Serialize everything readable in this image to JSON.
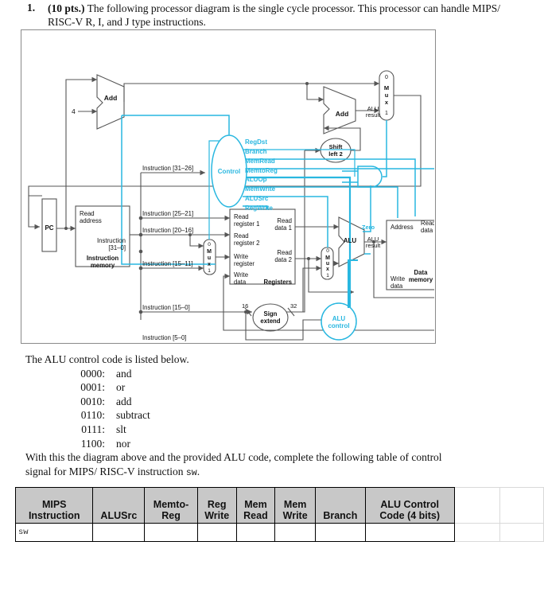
{
  "question": {
    "number": "1.",
    "points": "(10 pts.)",
    "text_rest": " The following processor diagram is the single cycle processor. This processor can handle MIPS/ RISC-V R, I, and J type instructions."
  },
  "diagram": {
    "title": "single-cycle-mips-datapath",
    "labels": {
      "add_top": "Add",
      "const_four": "4",
      "shift_left_2": "Shift\nleft 2",
      "add_branch": "Add",
      "alu_result_branch": "ALU\nresult",
      "pc": "PC",
      "read_address": "Read\naddress",
      "instruction_31_0": "Instruction\n[31–0]",
      "instruction_memory": "Instruction\nmemory",
      "control": "Control",
      "instr_31_26": "Instruction [31–26]",
      "instr_25_21": "Instruction [25–21]",
      "instr_20_16": "Instruction [20–16]",
      "instr_15_11": "Instruction [15–11]",
      "instr_15_0": "Instruction [15–0]",
      "instr_5_0": "Instruction [5–0]",
      "read_register_1": "Read\nregister 1",
      "read_register_2": "Read\nregister 2",
      "write_register": "Write\nregister",
      "write_data_reg": "Write\ndata",
      "registers": "Registers",
      "read_data_1": "Read\ndata 1",
      "read_data_2": "Read\ndata 2",
      "sign_extend": "Sign\nextend",
      "width_16": "16",
      "width_32": "32",
      "alu": "ALU",
      "alu_result": "ALU\nresult",
      "zero": "Zero",
      "alu_control": "ALU\ncontrol",
      "address": "Address",
      "read_data_mem": "Read\ndata",
      "write_data_mem": "Write\ndata",
      "data_memory": "Data\nmemory",
      "mux": "Mux",
      "mux_m": "M",
      "mux_u": "u",
      "mux_x": "x",
      "zero_label": "0",
      "one_label": "1"
    },
    "control_signals": [
      "RegDst",
      "Branch",
      "MemRead",
      "MemtoReg",
      "ALUOp",
      "MemWrite",
      "ALUSrc",
      "RegWrite"
    ],
    "colors": {
      "control_cyan": "#29b7e0",
      "wire_gray": "#555555",
      "frame_gray": "#8a8a8a"
    }
  },
  "alu_section": {
    "intro": "The ALU control code is listed below.",
    "codes": [
      {
        "code": "0000:",
        "op": "and"
      },
      {
        "code": "0001:",
        "op": "or"
      },
      {
        "code": "0010:",
        "op": "add"
      },
      {
        "code": "0110:",
        "op": "subtract"
      },
      {
        "code": "0111:",
        "op": "slt"
      },
      {
        "code": "1100:",
        "op": "nor"
      }
    ],
    "instruction_line_1": "With this the diagram above and the provided ALU code, complete the following table of control",
    "instruction_line_2_a": "signal for MIPS/ RISC-V instruction ",
    "instruction_line_2_mono": "sw",
    "instruction_line_2_b": "."
  },
  "table": {
    "headers": [
      "MIPS\nInstruction",
      "ALUSrc",
      "Memto-\nReg",
      "Reg\nWrite",
      "Mem\nRead",
      "Mem\nWrite",
      "Branch",
      "ALU Control\nCode (4 bits)"
    ],
    "headers_flat": [
      {
        "l1": "MIPS",
        "l2": "Instruction"
      },
      {
        "l1": "",
        "l2": "ALUSrc"
      },
      {
        "l1": "Memto-",
        "l2": "Reg"
      },
      {
        "l1": "Reg",
        "l2": "Write"
      },
      {
        "l1": "Mem",
        "l2": "Read"
      },
      {
        "l1": "Mem",
        "l2": "Write"
      },
      {
        "l1": "",
        "l2": "Branch"
      },
      {
        "l1": "ALU Control",
        "l2": "Code (4 bits)"
      }
    ],
    "rows": [
      [
        "sw",
        "",
        "",
        "",
        "",
        "",
        "",
        ""
      ]
    ],
    "extra_empty_columns": 2
  }
}
